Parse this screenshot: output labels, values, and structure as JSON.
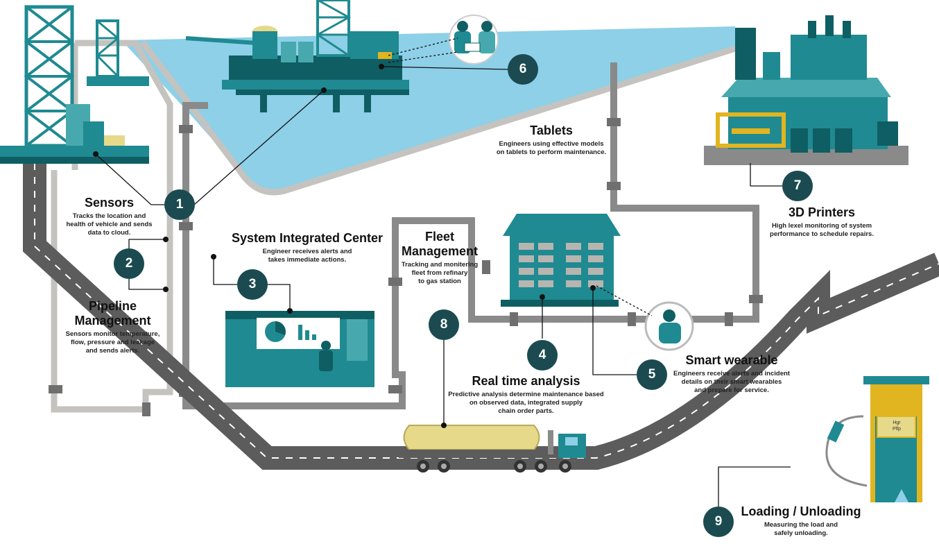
{
  "colors": {
    "teal": "#1f8a91",
    "teal_dark": "#0f5e63",
    "teal_light": "#47a9ae",
    "badge": "#1b4b50",
    "water": "#8dd0e8",
    "road": "#5c5c5c",
    "pipe": "#b7b5b0",
    "pipe_dark": "#8a8a8a",
    "yellow": "#e6d98a",
    "yellow_dark": "#e0b520"
  },
  "steps": [
    {
      "number": "1",
      "title": "Sensors",
      "desc": "Tracks the location and\nhealth of vehicle and sends\ndata to cloud."
    },
    {
      "number": "2",
      "title": "Pipeline\nManagement",
      "desc": "Sensors monitor temperature,\nflow, pressure and leakage\nand sends alerts."
    },
    {
      "number": "3",
      "title": "System Integrated Center",
      "desc": "Engineer receives alerts and\ntakes immediate actions."
    },
    {
      "number": "4",
      "title": "Real time analysis",
      "desc": "Predictive analysis determine maintenance based\non observed data, integrated supply\nchain order parts."
    },
    {
      "number": "5",
      "title": "Smart wearable",
      "desc": "Engineers receive alerts and incident\ndetails on their smart wearables\nand prepare for service."
    },
    {
      "number": "6",
      "title": "Tablets",
      "desc": "Engineers using effective models\non tablets to perform maintenance."
    },
    {
      "number": "7",
      "title": "3D Printers",
      "desc": "High lexel monitoring of system\nperformance to schedule repairs."
    },
    {
      "number": "8",
      "title": "Fleet\nManagement",
      "desc": "Tracking and monitering\nfleet from refinary\nto gas station"
    },
    {
      "number": "9",
      "title": "Loading / Unloading",
      "desc": "Measuring the load and\nsafely unloading."
    }
  ],
  "pump_screen": [
    "Hgr",
    "Plfp"
  ]
}
